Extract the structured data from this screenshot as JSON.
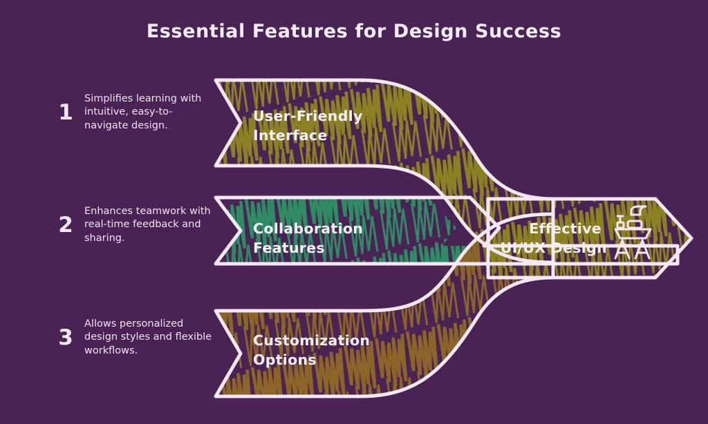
{
  "page": {
    "title": "Essential Features for Design Success",
    "background_color": "#4a2355",
    "outline_color": "#f3e8f3",
    "text_color": "#f6eef6"
  },
  "items": [
    {
      "number": "1",
      "description": "Simplifies learning with intuitive, easy-to-navigate design.",
      "arrow_label_line1": "User-Friendly",
      "arrow_label_line2": "Interface",
      "scribble_color": "#8a8222"
    },
    {
      "number": "2",
      "description": "Enhances teamwork with real-time feedback and sharing.",
      "arrow_label_line1": "Collaboration",
      "arrow_label_line2": "Features",
      "scribble_color": "#2f8b63"
    },
    {
      "number": "3",
      "description": "Allows personalized design styles and flexible workflows.",
      "arrow_label_line1": "Customization",
      "arrow_label_line2": "Options",
      "scribble_color": "#8b6528"
    }
  ],
  "result": {
    "label_line1": "Effective",
    "label_line2": "UI/UX Design",
    "icon": "drafting-table-icon",
    "scribble_color": "#8a8222"
  }
}
